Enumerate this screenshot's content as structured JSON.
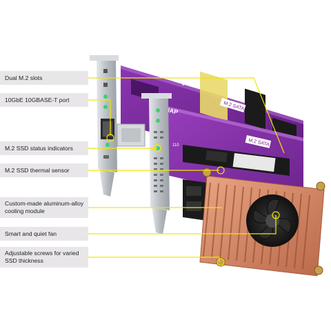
{
  "callouts": [
    {
      "id": "dual-m2-slots",
      "text": "Dual M.2 slots"
    },
    {
      "id": "port-10gbe",
      "text": "10GbE 10GBASE-T port"
    },
    {
      "id": "status-indicators",
      "text": "M.2 SSD status indicators"
    },
    {
      "id": "thermal-sensor",
      "text": "M.2 SSD thermal sensor"
    },
    {
      "id": "cooling-module",
      "text": "Custom-made aluminum-alloy cooling module"
    },
    {
      "id": "quiet-fan",
      "text": "Smart and quiet fan"
    },
    {
      "id": "adjustable-screws",
      "text": "Adjustable screws for varied SSD thickness"
    }
  ],
  "board_print": {
    "brand": "QNAP",
    "slot_label_1": "M.2 SATA",
    "slot_label_2": "M.2 SATA",
    "mark_110": "110"
  },
  "colors": {
    "label_bg": "#e9e6ea",
    "leader_line": "#f2e600",
    "pcb": "#7a2a9a",
    "heatsink": "#d48a6a",
    "bracket": "#c8ccd0"
  }
}
